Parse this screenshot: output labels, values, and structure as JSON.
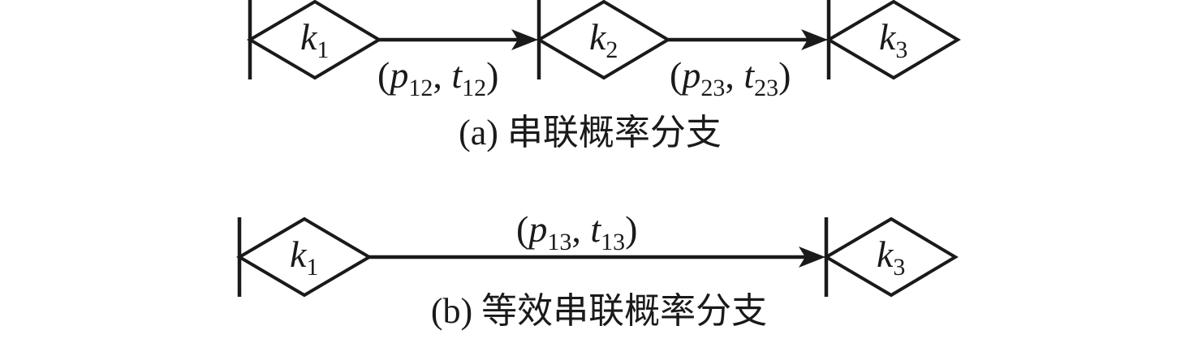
{
  "diagram_a": {
    "nodes": [
      {
        "var": "k",
        "sub": "1"
      },
      {
        "var": "k",
        "sub": "2"
      },
      {
        "var": "k",
        "sub": "3"
      }
    ],
    "edges": [
      {
        "p": "p",
        "p_sub": "12",
        "t": "t",
        "t_sub": "12"
      },
      {
        "p": "p",
        "p_sub": "23",
        "t": "t",
        "t_sub": "23"
      }
    ],
    "caption": "(a) 串联概率分支"
  },
  "diagram_b": {
    "nodes": [
      {
        "var": "k",
        "sub": "1"
      },
      {
        "var": "k",
        "sub": "3"
      }
    ],
    "edges": [
      {
        "p": "p",
        "p_sub": "13",
        "t": "t",
        "t_sub": "13"
      }
    ],
    "caption": "(b) 等效串联概率分支"
  },
  "punct": {
    "open": "(",
    "comma": ", ",
    "close": ")"
  }
}
